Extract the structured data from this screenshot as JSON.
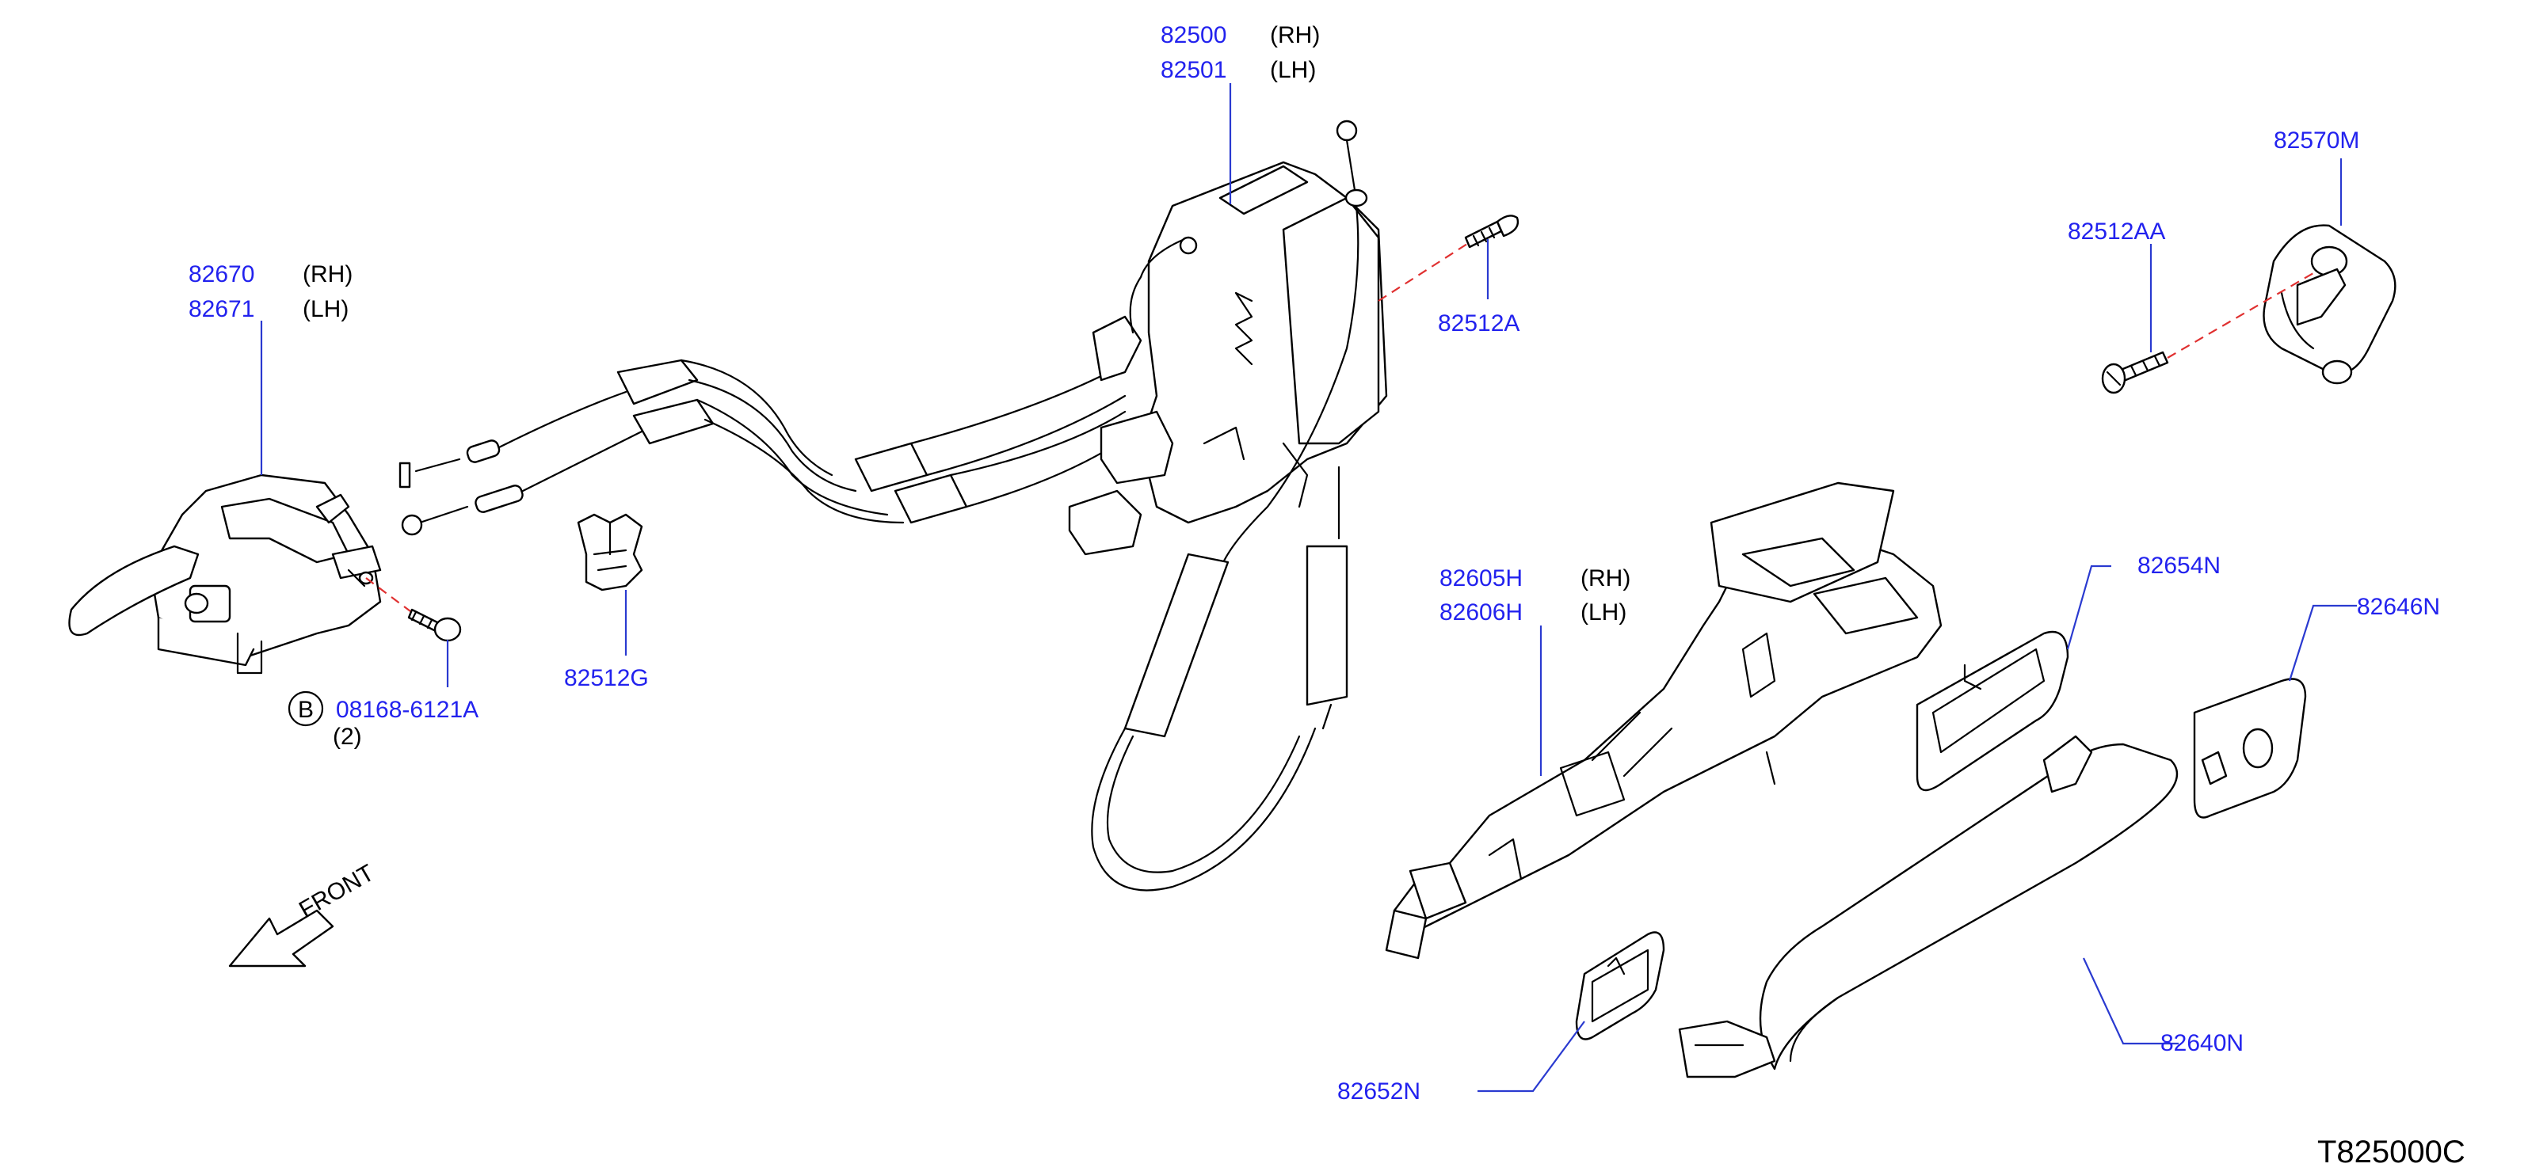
{
  "diagram": {
    "reference_code": "T825000C",
    "direction_label": "FRONT",
    "colors": {
      "part_number": "#2222ee",
      "leader": "#2a3ad0",
      "dashed_axis": "#e03030",
      "line": "#000000"
    },
    "parts": {
      "lock_main": {
        "number_1": "82500",
        "side_1": "(RH)",
        "number_2": "82501",
        "side_2": "(LH)"
      },
      "inside_handle": {
        "number_1": "82670",
        "side_1": "(RH)",
        "number_2": "82671",
        "side_2": "(LH)"
      },
      "bolt": {
        "badge": "B",
        "number": "08168-6121A",
        "quantity": "(2)"
      },
      "clip": {
        "number": "82512G"
      },
      "lock_screw": {
        "number": "82512A"
      },
      "striker_screw": {
        "number": "82512AA"
      },
      "striker": {
        "number": "82570M"
      },
      "outside_bracket": {
        "number_1": "82605H",
        "side_1": "(RH)",
        "number_2": "82606H",
        "side_2": "(LH)"
      },
      "gasket_rear": {
        "number": "82654N"
      },
      "escutcheon": {
        "number": "82646N"
      },
      "outside_handle": {
        "number": "82640N"
      },
      "gasket_front": {
        "number": "82652N"
      }
    }
  }
}
